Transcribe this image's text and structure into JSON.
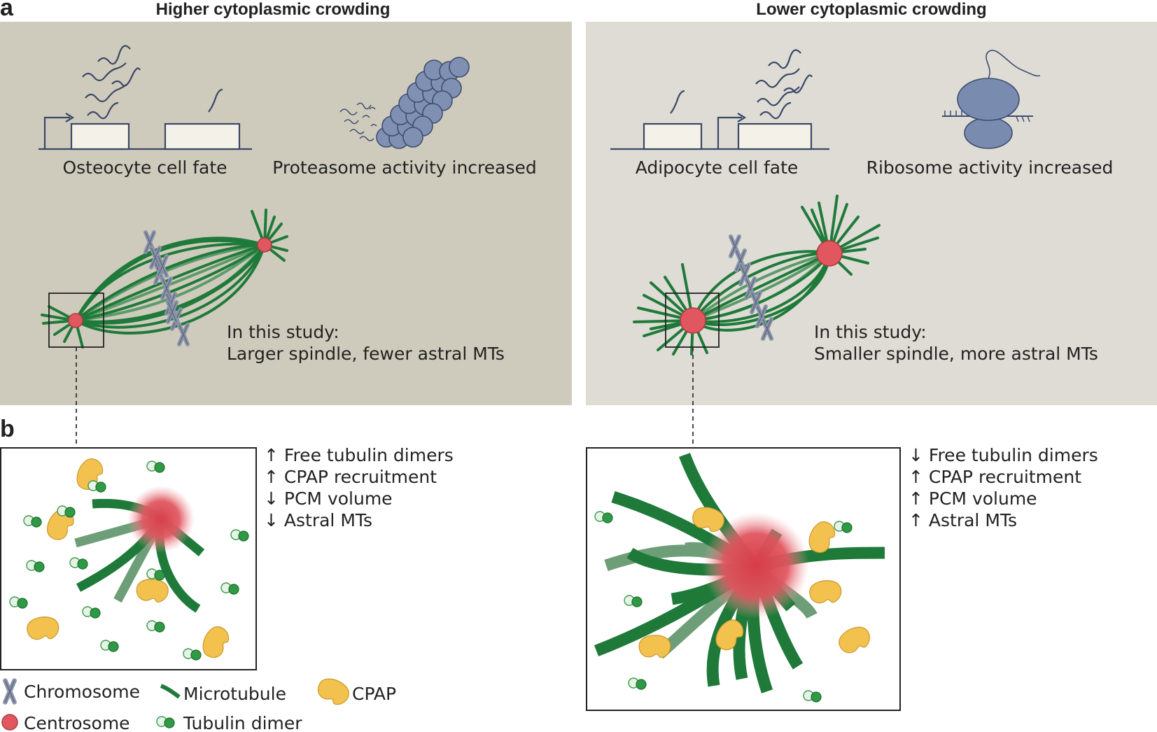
{
  "panel_a_label": "a",
  "panel_b_label": "b",
  "left": {
    "title": "Higher cytoplasmic crowding",
    "gene_label": "Osteocyte cell fate",
    "machine_label": "Proteasome activity increased",
    "study_line1": "In this study:",
    "study_line2": "Larger spindle, fewer astral MTs",
    "changes": [
      "↑ Free tubulin dimers",
      "↑ CPAP recruitment",
      "↓ PCM volume",
      "↓ Astral MTs"
    ]
  },
  "right": {
    "title": "Lower cytoplasmic crowding",
    "gene_label": "Adipocyte cell fate",
    "machine_label": "Ribosome activity increased",
    "study_line1": "In this study:",
    "study_line2": "Smaller spindle, more astral MTs",
    "changes": [
      "↓ Free tubulin dimers",
      "↑ CPAP recruitment",
      "↑ PCM volume",
      "↑ Astral MTs"
    ]
  },
  "legend": {
    "chromosome": "Chromosome",
    "microtubule": "Microtubule",
    "cpap": "CPAP",
    "centrosome": "Centrosome",
    "tubulin": "Tubulin dimer"
  },
  "colors": {
    "panel_left_bg": "#cfcbbc",
    "panel_right_bg": "#dedcd5",
    "microtubule": "#1f7a3a",
    "microtubule_light": "#5d9a6a",
    "centrosome": "#e0575f",
    "cpap": "#f2c14e",
    "proteasome": "#7f90b2",
    "ribosome": "#7a8bb0"
  }
}
